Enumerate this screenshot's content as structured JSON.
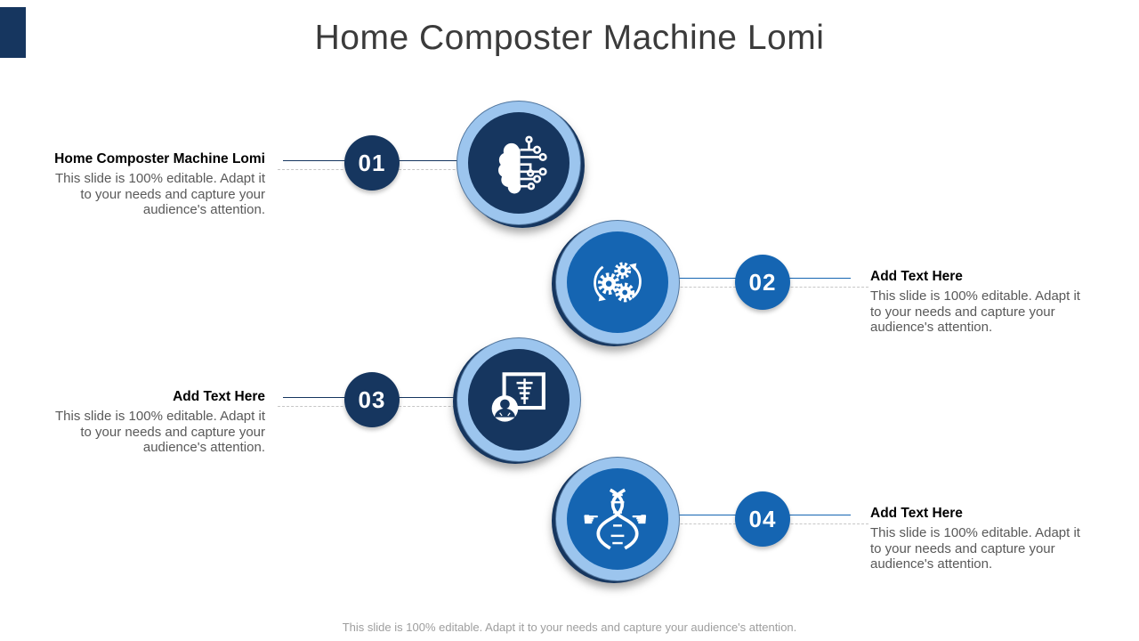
{
  "slide": {
    "title": "Home Composter Machine Lomi",
    "footer": "This slide is 100% editable. Adapt it to your needs and capture your audience's attention.",
    "colors": {
      "navy": "#16365F",
      "blue": "#1565B2",
      "light_blue": "#9CC5EE",
      "dashed_gray": "#C6C6C6",
      "body_gray": "#595959",
      "footer_gray": "#9E9E9E"
    }
  },
  "steps": [
    {
      "number": "01",
      "heading": "Home Composter Machine Lomi",
      "body": "This slide is 100% editable. Adapt it\nto your needs and capture your\naudience's attention.",
      "side": "left",
      "theme": "navy",
      "icon": "brain-circuit-icon"
    },
    {
      "number": "02",
      "heading": "Add Text Here",
      "body": "This slide is 100% editable. Adapt it\nto your needs and capture your\naudience's attention.",
      "side": "right",
      "theme": "blue",
      "icon": "gears-sync-icon"
    },
    {
      "number": "03",
      "heading": "Add Text Here",
      "body": "This slide is 100% editable. Adapt it\nto your needs and capture your\naudience's attention.",
      "side": "left",
      "theme": "navy",
      "icon": "doctor-presentation-icon"
    },
    {
      "number": "04",
      "heading": "Add Text Here",
      "body": "This slide is 100% editable. Adapt it\nto your needs and capture your\naudience's attention.",
      "side": "right",
      "theme": "blue",
      "icon": "dna-hands-icon"
    }
  ]
}
